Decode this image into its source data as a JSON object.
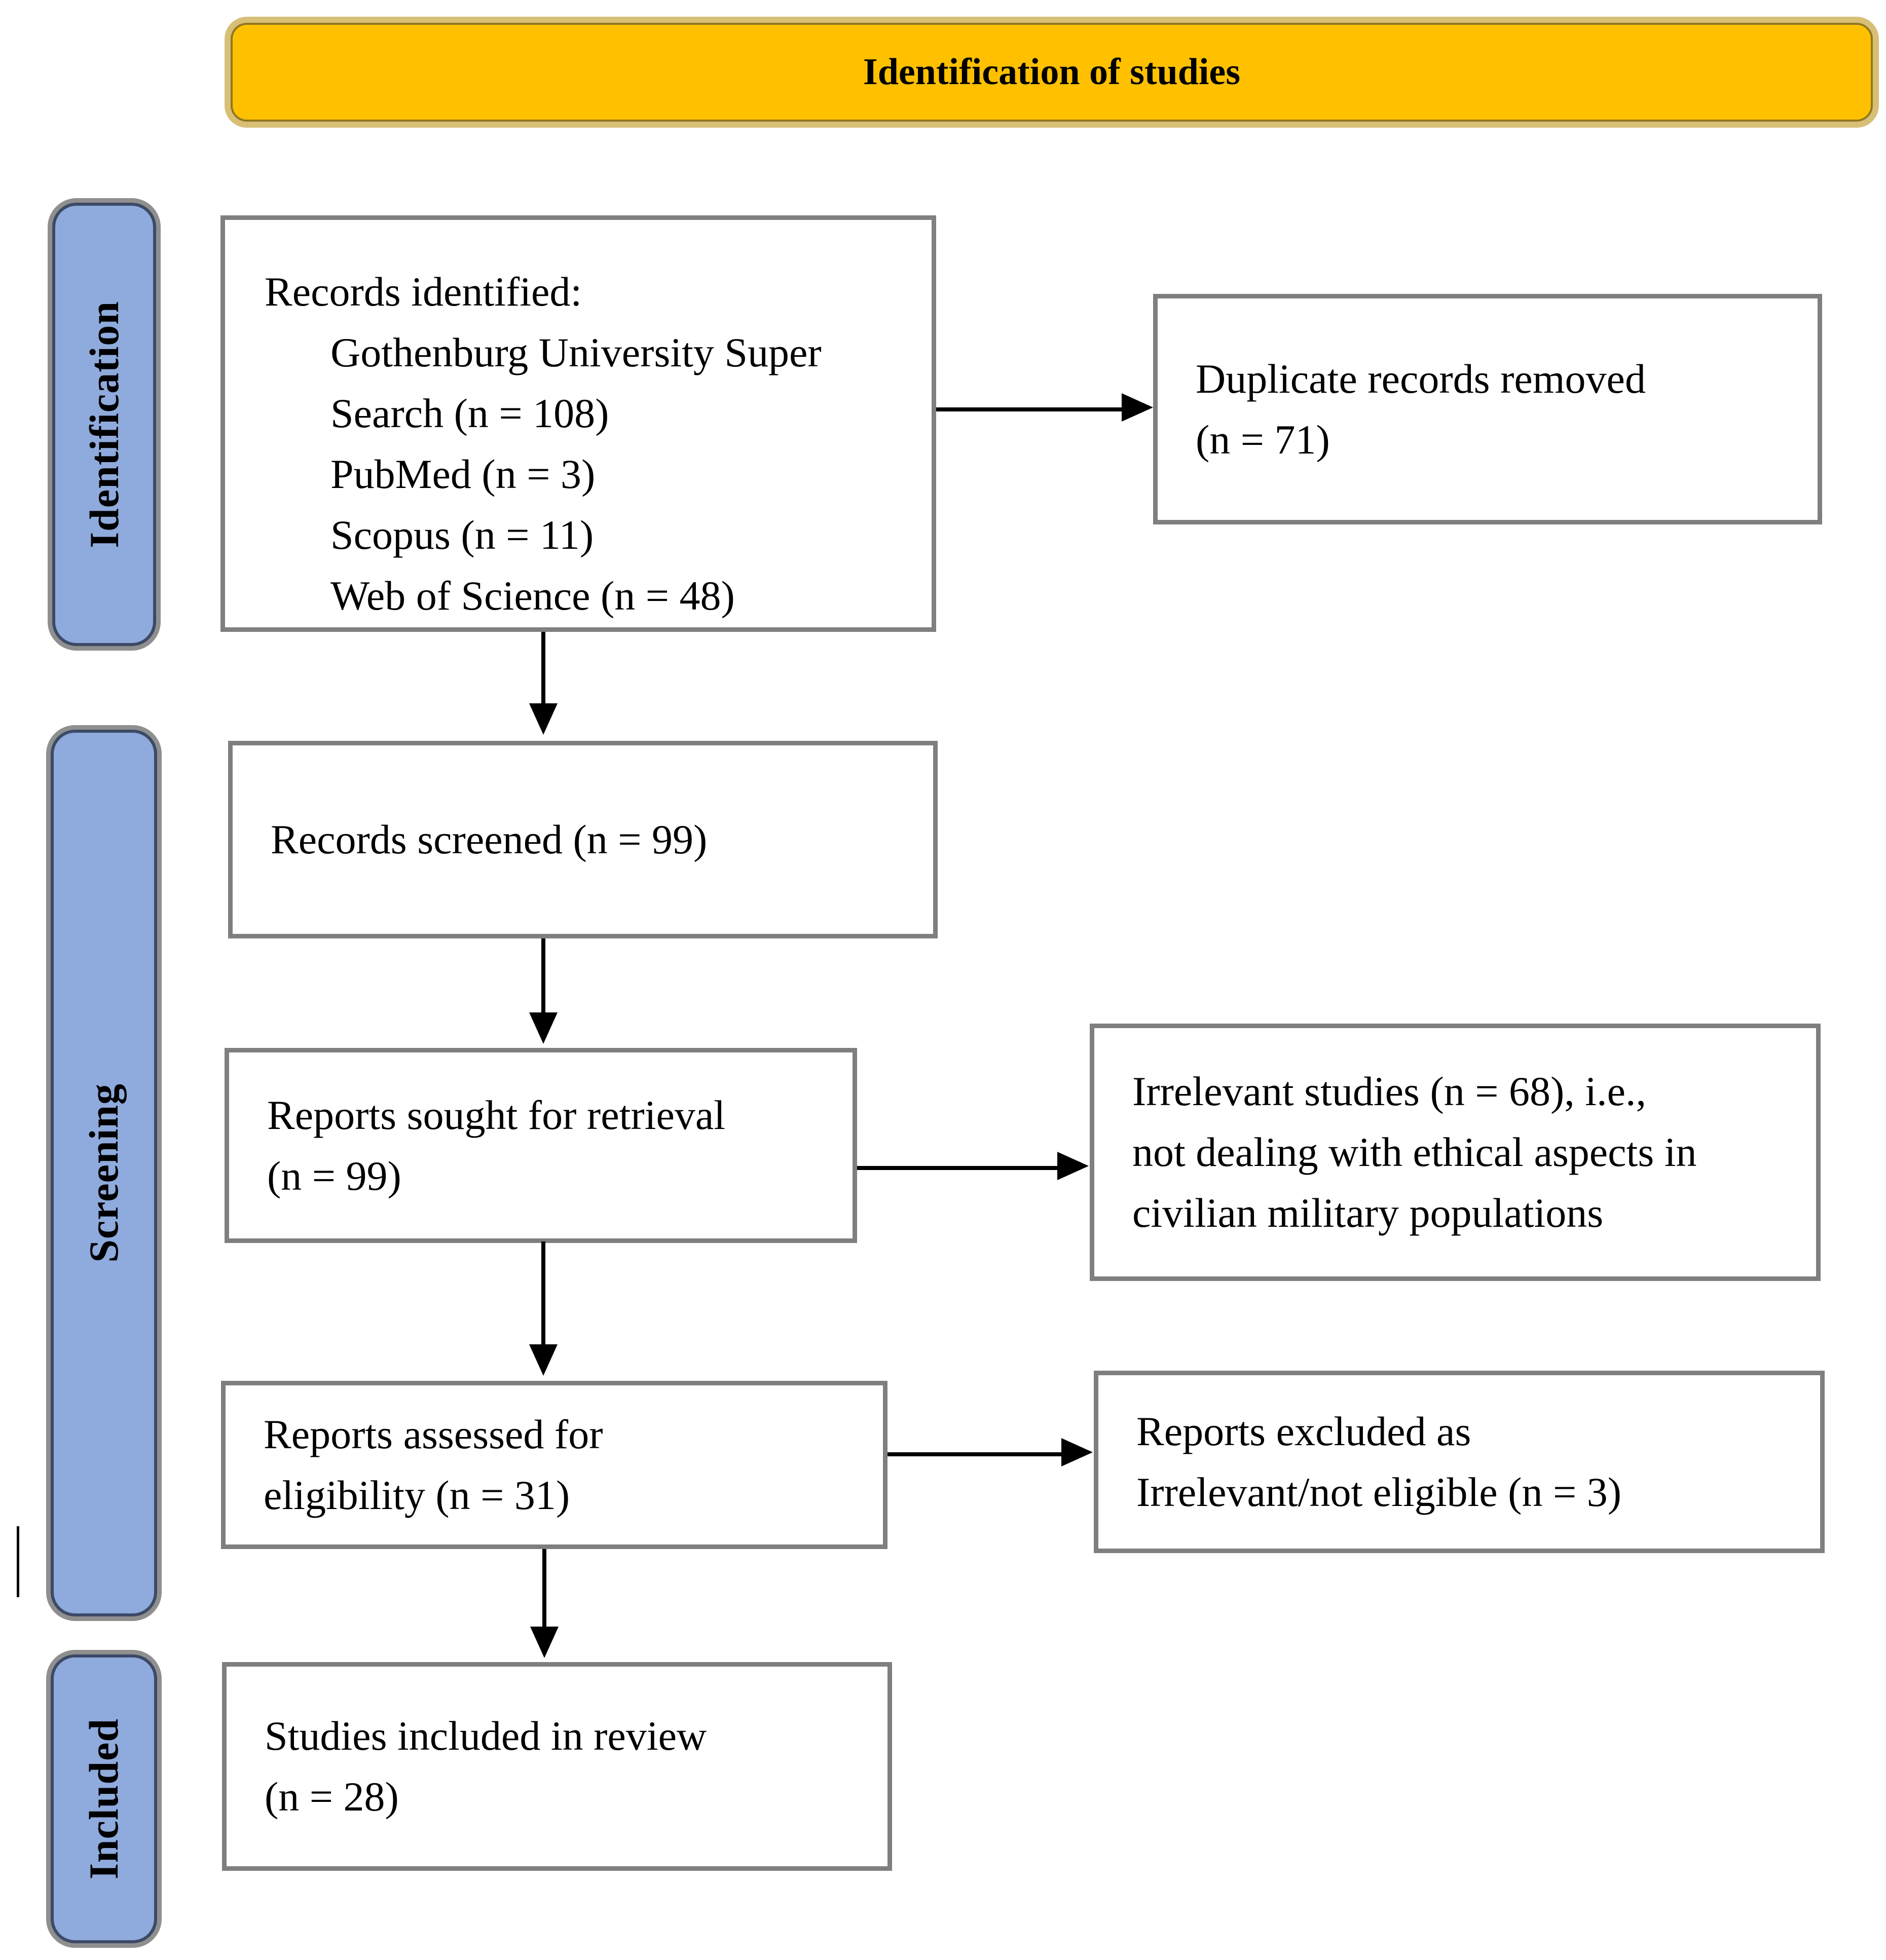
{
  "banner": {
    "label": "Identification of studies"
  },
  "stages": [
    {
      "id": "identification",
      "label": "Identification"
    },
    {
      "id": "screening",
      "label": "Screening"
    },
    {
      "id": "included",
      "label": "Included"
    }
  ],
  "boxes": {
    "records_identified": {
      "lines": [
        "Records identified:",
        "Gothenburg University Super",
        "Search (n = 108)",
        "PubMed (n = 3)",
        "Scopus (n = 11)",
        "Web of Science (n = 48)"
      ]
    },
    "duplicates_removed": {
      "lines": [
        "Duplicate records removed",
        "(n = 71)"
      ]
    },
    "records_screened": {
      "lines": [
        "Records screened (n = 99)"
      ]
    },
    "reports_sought": {
      "lines": [
        "Reports sought for retrieval",
        "(n = 99)"
      ]
    },
    "irrelevant_studies": {
      "lines": [
        "Irrelevant studies (n = 68), i.e.,",
        "not dealing with ethical aspects in",
        "civilian military populations"
      ]
    },
    "reports_assessed": {
      "lines": [
        "Reports assessed for",
        "eligibility (n = 31)"
      ]
    },
    "reports_excluded": {
      "lines": [
        "Reports excluded as",
        "Irrelevant/not eligible (n = 3)"
      ]
    },
    "studies_included": {
      "lines": [
        "Studies included in review",
        "(n = 28)"
      ]
    }
  },
  "arrows": [
    {
      "from": "records_identified",
      "to": "duplicates_removed"
    },
    {
      "from": "records_identified",
      "to": "records_screened"
    },
    {
      "from": "records_screened",
      "to": "reports_sought"
    },
    {
      "from": "reports_sought",
      "to": "irrelevant_studies"
    },
    {
      "from": "reports_sought",
      "to": "reports_assessed"
    },
    {
      "from": "reports_assessed",
      "to": "reports_excluded"
    },
    {
      "from": "reports_assessed",
      "to": "studies_included"
    }
  ],
  "colors": {
    "banner_bg": "#FFC000",
    "banner_edge": "#D8BF76",
    "stage_fill": "#8FAADC",
    "stage_border": "#3C4A66",
    "stage_shadow": "#8F8F8F",
    "box_border": "#7F7F7F",
    "arrow": "#000000",
    "text": "#000000"
  }
}
